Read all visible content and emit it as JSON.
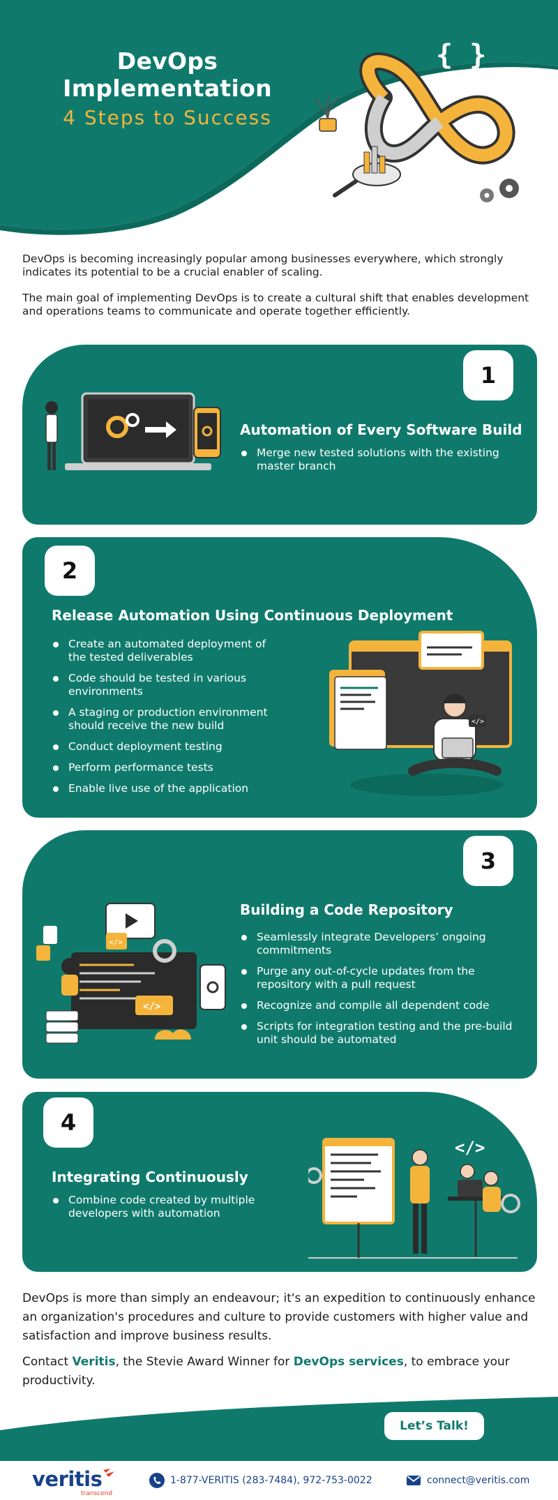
{
  "header": {
    "title": "DevOps Implementation",
    "subtitle": "4 Steps to Success"
  },
  "intro": {
    "p1": "DevOps is becoming increasingly popular among businesses everywhere, which strongly indicates its potential to be a crucial enabler of scaling.",
    "p2": "The main goal of implementing DevOps is to create a cultural shift that enables development and operations teams to communicate and operate together efficiently."
  },
  "steps": [
    {
      "number": "1",
      "title": "Automation of Every Software Build",
      "bullets": [
        "Merge new tested solutions with the existing master branch"
      ]
    },
    {
      "number": "2",
      "title": "Release Automation Using Continuous Deployment",
      "bullets": [
        "Create an automated deployment of the tested deliverables",
        "Code should be tested in various environments",
        "A staging or production environment should receive the new build",
        "Conduct deployment testing",
        "Perform performance tests",
        "Enable live use of the application"
      ]
    },
    {
      "number": "3",
      "title": "Building a Code Repository",
      "bullets": [
        "Seamlessly integrate Developers’ ongoing commitments",
        "Purge any out-of-cycle updates from the repository with a pull request",
        "Recognize and compile all dependent code",
        "Scripts for integration testing and the pre-build unit should be automated"
      ]
    },
    {
      "number": "4",
      "title": "Integrating Continuously",
      "bullets": [
        "Combine code created by multiple developers with automation"
      ]
    }
  ],
  "outro": {
    "p1": "DevOps is more than simply an endeavour; it's an expedition to continuously enhance an organization's procedures and culture to provide customers with higher value and satisfaction and improve business results.",
    "p2_prefix": "Contact ",
    "p2_brand": "Veritis",
    "p2_middle": ", the Stevie Award Winner for ",
    "p2_link": "DevOps services",
    "p2_suffix": ", to embrace your productivity."
  },
  "cta": {
    "label": "Let’s Talk!"
  },
  "footer": {
    "logo_word": "veritis",
    "logo_sub": "transcend",
    "phone": "1-877-VERITIS (283-7484), 972-753-0022",
    "email": "connect@veritis.com"
  },
  "colors": {
    "teal": "#0f7a6c",
    "accent": "#f4b43c",
    "brand_blue": "#17428a",
    "brand_red": "#e0412c"
  },
  "icons": [
    "devops-infinity-icon",
    "phone-icon",
    "mail-icon",
    "gear-icon",
    "code-icon"
  ]
}
